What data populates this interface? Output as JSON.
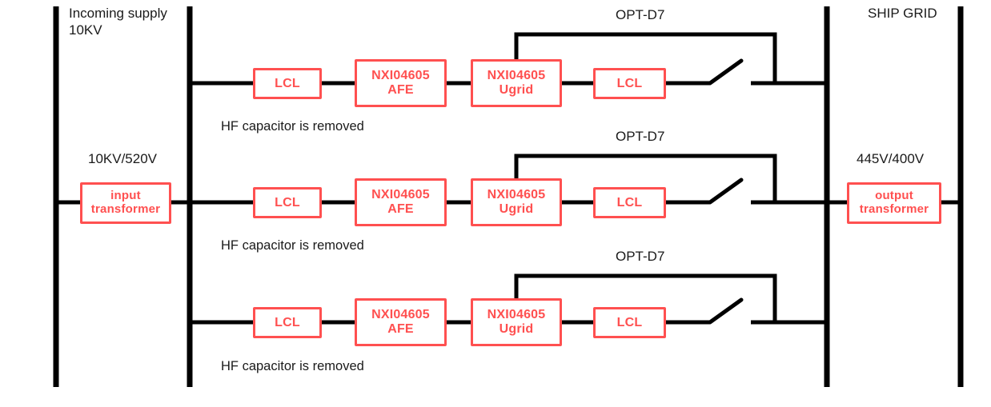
{
  "diagram": {
    "title_labels": {
      "incoming_supply": "Incoming supply\n10KV",
      "ship_grid": "SHIP GRID",
      "input_ratio": "10KV/520V",
      "output_ratio": "445V/400V"
    },
    "transformers": {
      "input": {
        "line1": "input",
        "line2": "transformer"
      },
      "output": {
        "line1": "output",
        "line2": "transformer"
      }
    },
    "notes": [
      "HF capacitor is removed",
      "HF capacitor is removed",
      "HF capacitor is removed"
    ],
    "opt_labels": [
      "OPT-D7",
      "OPT-D7",
      "OPT-D7"
    ],
    "blocks": {
      "lcl": "LCL",
      "afe": {
        "line1": "NXI04605",
        "line2": "AFE"
      },
      "ugrid": {
        "line1": "NXI04605",
        "line2": "Ugrid"
      }
    },
    "rows": [
      {
        "index": 1,
        "lcl_in": "LCL",
        "afe_l1": "NXI04605",
        "afe_l2": "AFE",
        "ugrid_l1": "NXI04605",
        "ugrid_l2": "Ugrid",
        "lcl_out": "LCL",
        "opt": "OPT-D7",
        "note": "HF capacitor is removed"
      },
      {
        "index": 2,
        "lcl_in": "LCL",
        "afe_l1": "NXI04605",
        "afe_l2": "AFE",
        "ugrid_l1": "NXI04605",
        "ugrid_l2": "Ugrid",
        "lcl_out": "LCL",
        "opt": "OPT-D7",
        "note": "HF capacitor is removed"
      },
      {
        "index": 3,
        "lcl_in": "LCL",
        "afe_l1": "NXI04605",
        "afe_l2": "AFE",
        "ugrid_l1": "NXI04605",
        "ugrid_l2": "Ugrid",
        "lcl_out": "LCL",
        "opt": "OPT-D7",
        "note": "HF capacitor is removed"
      }
    ],
    "colors": {
      "block_red": "#FF5050",
      "wire_black": "#000000",
      "text_black": "#1a1a1a",
      "background": "#ffffff"
    }
  }
}
